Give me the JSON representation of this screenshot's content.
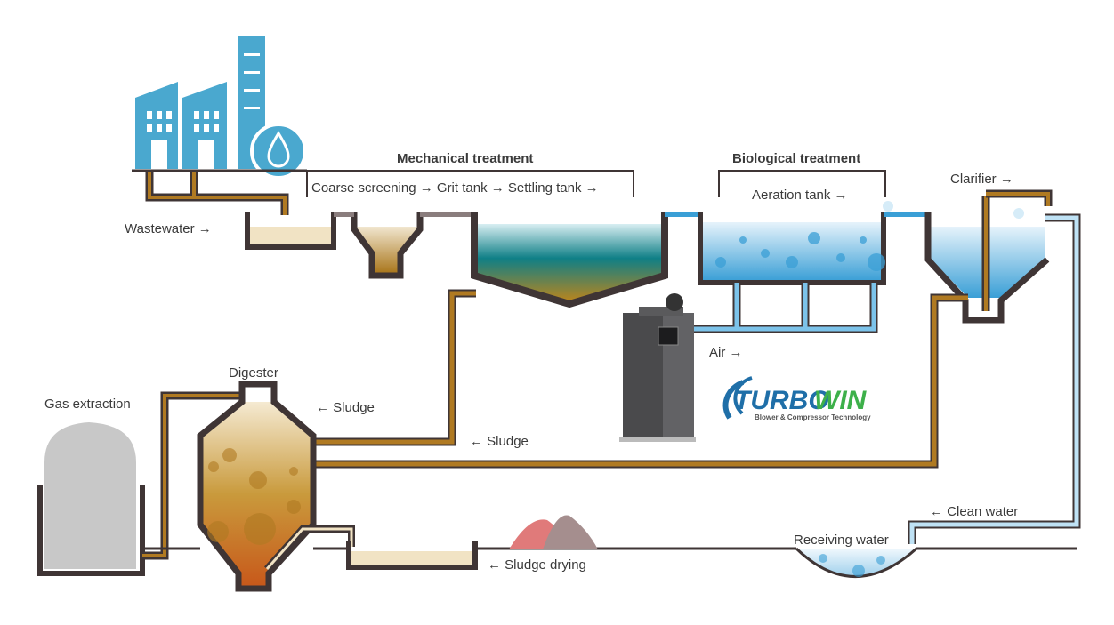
{
  "labels": {
    "wastewater": "Wastewater →",
    "mechanical_treatment": "Mechanical treatment",
    "mechanical_steps": "Coarse screening → Grit tank → Settling tank →",
    "biological_treatment": "Biological treatment",
    "aeration_tank": "Aeration tank →",
    "clarifier": "Clarifier →",
    "air": "Air →",
    "digester": "Digester",
    "sludge_top": "← Sludge",
    "sludge_mid": "← Sludge",
    "gas_extraction": "Gas extraction",
    "sludge_drying": "← Sludge drying",
    "receiving_water": "Receiving water",
    "clean_water": "← Clean water"
  },
  "logo": {
    "brand_part1": "TURBO",
    "brand_part2": "WIN",
    "tagline": "Blower & Compressor Technology"
  },
  "colors": {
    "wall": "#3f3535",
    "sludge": "#b07a22",
    "water_blue": "#3a9fd6",
    "settling_teal": "#0f7f86",
    "factory_blue": "#4aa8cf",
    "logo_blue": "#1f6fa8",
    "logo_green": "#3db04a"
  }
}
